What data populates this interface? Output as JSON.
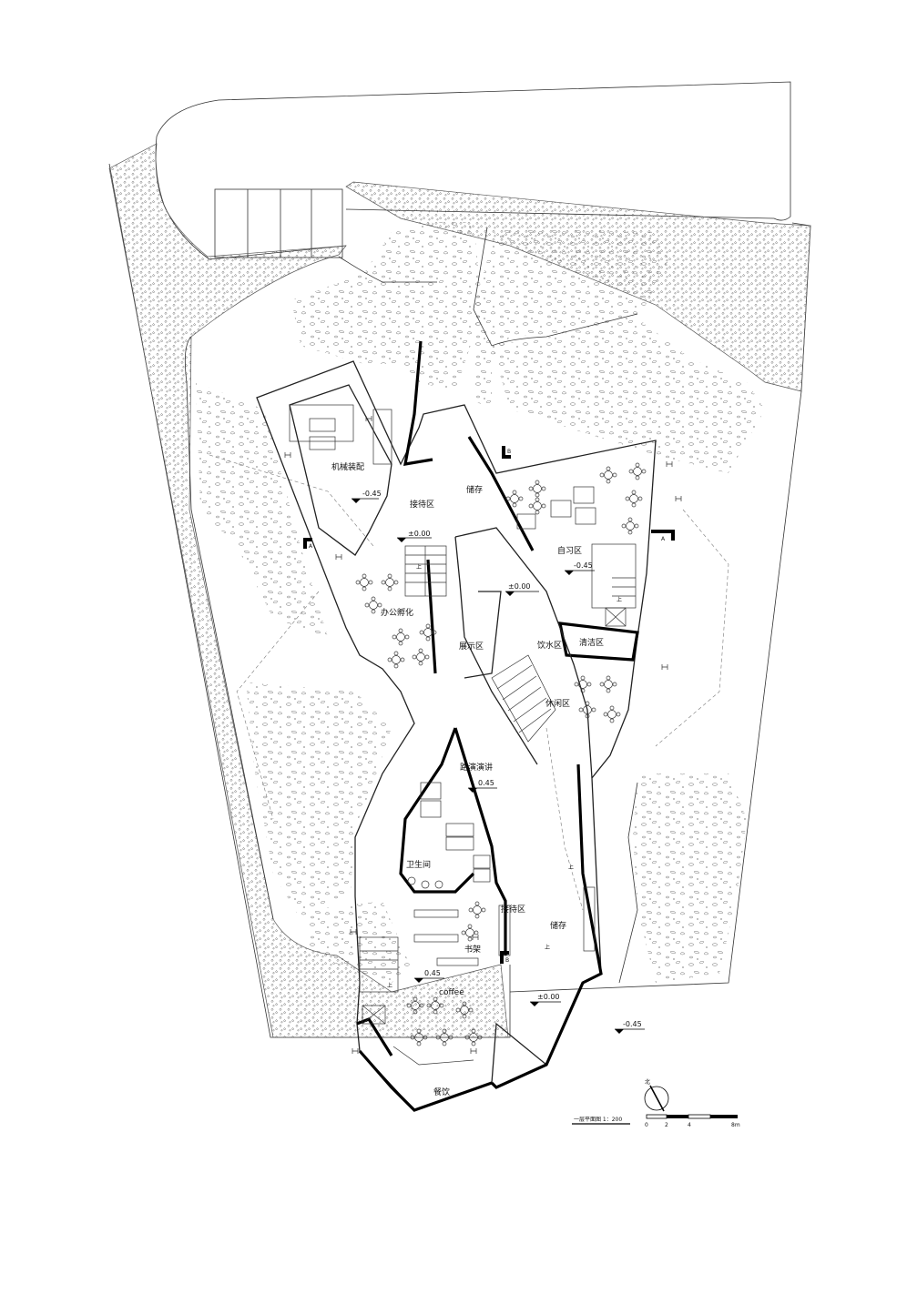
{
  "labels": {
    "machine_assembly": "机械装配",
    "reception_top": "接待区",
    "storage_top": "储存",
    "study_area": "自习区",
    "office_incubation": "办公孵化",
    "exhibition": "展示区",
    "water_area": "饮水区",
    "cleaning_area": "清洁区",
    "leisure_area": "休闲区",
    "roadshow": "路演演讲",
    "restroom": "卫生间",
    "reception_bottom": "接待区",
    "storage_bottom": "储存",
    "bookshelf": "书架",
    "coffee": "coffee",
    "dining": "餐饮"
  },
  "levels": {
    "l1": "-0.45",
    "l2": "±0.00",
    "l3": "-0.45",
    "l4": "±0.00",
    "l5": "0.45",
    "l6": "0.45",
    "l7": "±0.00",
    "l8": "-0.45"
  },
  "markers": {
    "section_a": "A",
    "section_b": "B",
    "stair_up": "上"
  },
  "legend": {
    "north": "北",
    "title": "一层平面图 1：200",
    "scale_ticks": [
      "0",
      "2",
      "4",
      "8m"
    ]
  }
}
